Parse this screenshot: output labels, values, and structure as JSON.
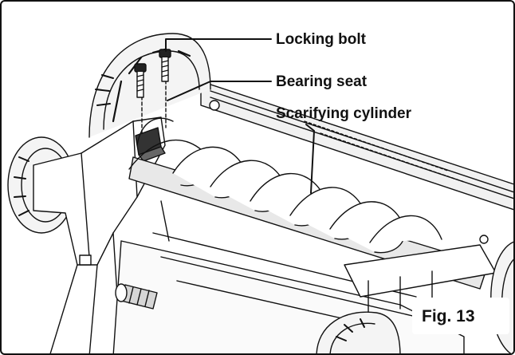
{
  "labels": {
    "locking_bolt": "Locking bolt",
    "bearing_seat": "Bearing seat",
    "scarifying_cylinder": "Scarifying cylinder"
  },
  "figure": {
    "caption": "Fig. 13"
  },
  "colors": {
    "line": "#111111",
    "shade": "#d6d6d6",
    "light": "#f1f1f1",
    "dark": "#333333"
  }
}
